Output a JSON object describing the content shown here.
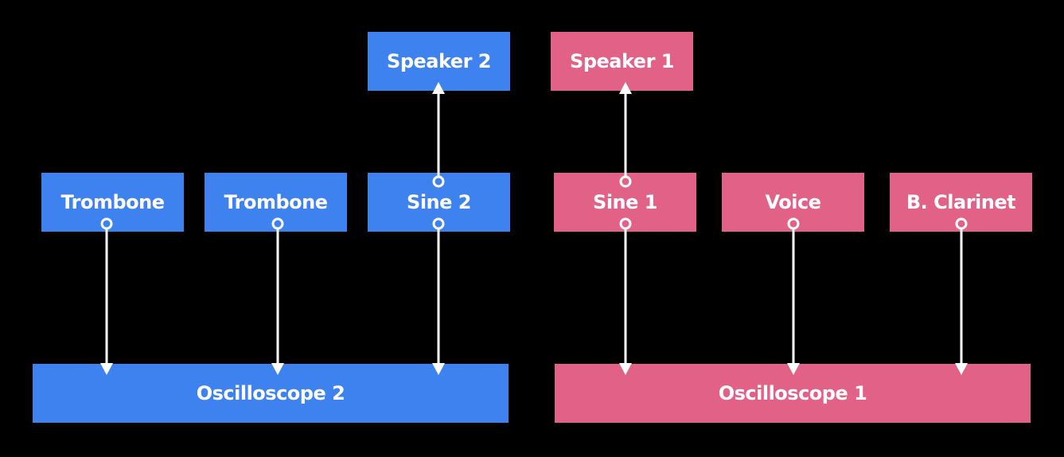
{
  "colors": {
    "background": "#000000",
    "group2": "#3d82ef",
    "group1": "#e26186",
    "wire": "#ffffff"
  },
  "nodes": {
    "speaker2": "Speaker 2",
    "speaker1": "Speaker 1",
    "trombone_a": "Trombone",
    "trombone_b": "Trombone",
    "sine2": "Sine 2",
    "sine1": "Sine 1",
    "voice": "Voice",
    "bclarinet": "B. Clarinet",
    "oscilloscope2": "Oscilloscope 2",
    "oscilloscope1": "Oscilloscope 1"
  }
}
